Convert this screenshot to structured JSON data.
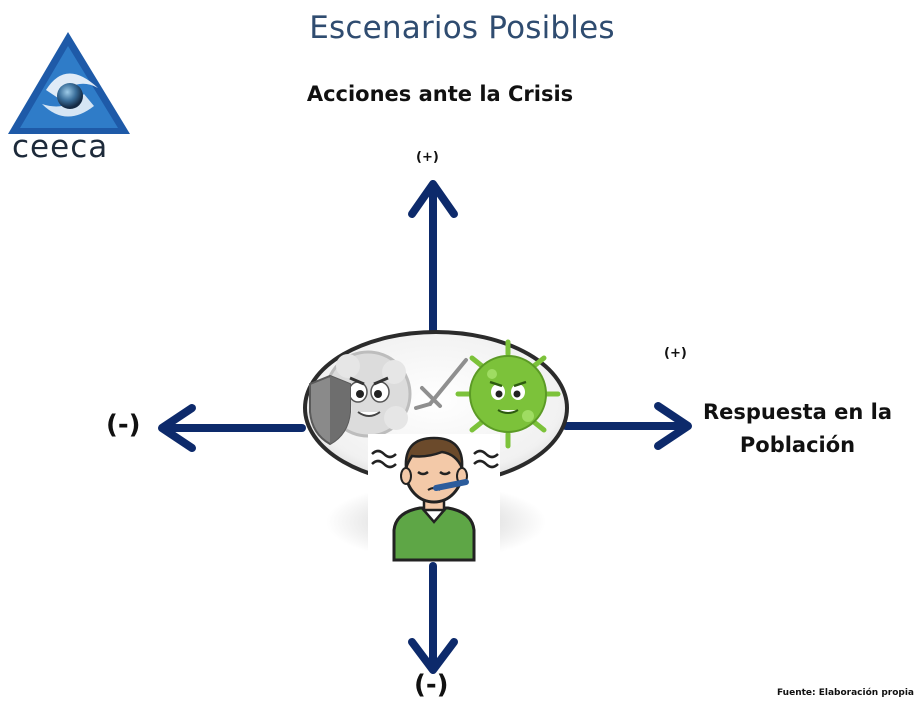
{
  "title": "Escenarios Posibles",
  "logo": {
    "text": "ceeca"
  },
  "diagram": {
    "vertical_axis_label": "Acciones ante la Crisis",
    "horizontal_axis_label_line1": "Respuesta en la",
    "horizontal_axis_label_line2": "Población",
    "top_sign": "(+)",
    "right_sign": "(+)",
    "left_sign": "(-)",
    "bottom_sign": "(-)"
  },
  "source": "Fuente: Elaboración propia",
  "colors": {
    "arrow": "#0d2a6b",
    "title": "#2f4c70",
    "virus": "#7cc23a",
    "person_shirt": "#5ea646",
    "logo_blue": "#1e5aa8"
  },
  "icons": [
    "ceeca-logo",
    "shield-icon",
    "white-cell-icon",
    "sword-icon",
    "virus-icon",
    "sick-person-icon"
  ]
}
